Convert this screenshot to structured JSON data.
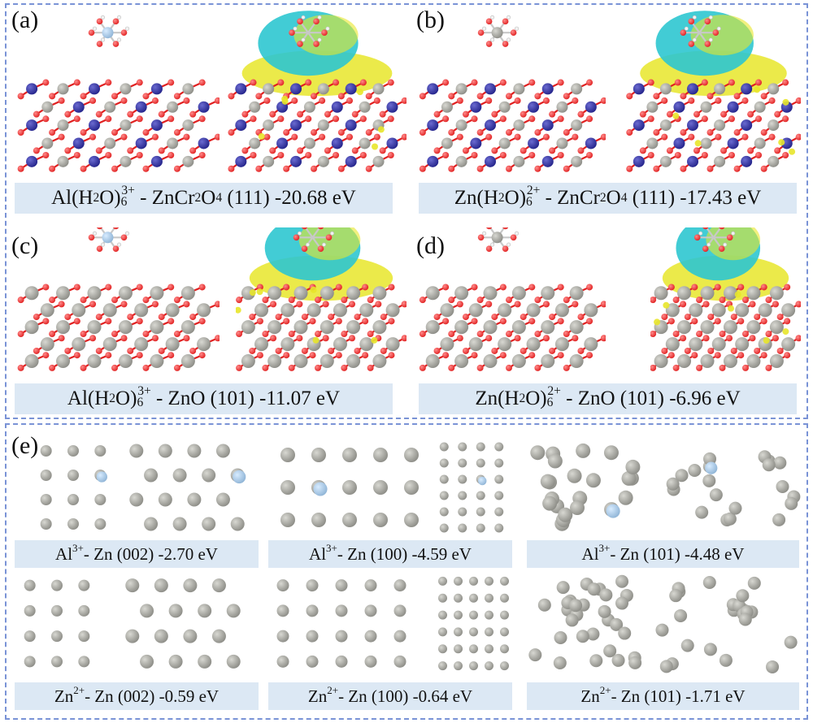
{
  "panels": {
    "a": {
      "letter": "(a)",
      "ion": "Al(H",
      "water_sub": "2",
      "ion_mid": "O)",
      "n": "6",
      "charge": "3+",
      "sep": " - ",
      "surface": "ZnCr",
      "s1": "2",
      "o": "O",
      "s2": "4",
      "facet": " (111) -20.68 eV"
    },
    "b": {
      "letter": "(b)",
      "ion": "Zn(H",
      "water_sub": "2",
      "ion_mid": "O)",
      "n": "6",
      "charge": "2+",
      "sep": " - ",
      "surface": "ZnCr",
      "s1": "2",
      "o": "O",
      "s2": "4",
      "facet": " (111) -17.43 eV"
    },
    "c": {
      "letter": "(c)",
      "ion": "Al(H",
      "water_sub": "2",
      "ion_mid": "O)",
      "n": "6",
      "charge": "3+",
      "sep": " - ",
      "rest": "ZnO (101) -11.07 eV"
    },
    "d": {
      "letter": "(d)",
      "ion": "Zn(H",
      "water_sub": "2",
      "ion_mid": "O)",
      "n": "6",
      "charge": "2+",
      "sep": " - ",
      "rest": "ZnO (101) -6.96 eV"
    },
    "e": {
      "letter": "(e)",
      "captions": [
        {
          "ion": "Al",
          "charge": "3+",
          "rest": "- Zn (002) -2.70 eV"
        },
        {
          "ion": "Al",
          "charge": "3+",
          "rest": "- Zn (100) -4.59 eV"
        },
        {
          "ion": "Al",
          "charge": "3+",
          "rest": "- Zn (101) -4.48 eV"
        },
        {
          "ion": "Zn",
          "charge": "2+",
          "rest": "- Zn (002) -0.59 eV"
        },
        {
          "ion": "Zn",
          "charge": "2+",
          "rest": "- Zn (100) -0.64 eV"
        },
        {
          "ion": "Zn",
          "charge": "2+",
          "rest": "- Zn (101) -1.71 eV"
        }
      ]
    }
  },
  "colors": {
    "frame": "#7a93d6",
    "caption_bg": "#dce8f4",
    "zn_atom": "#8c8c86",
    "o_atom": "#e02020",
    "cr_atom": "#23238a",
    "al_atom": "#8fb4d6",
    "h_atom": "#f2f2f2",
    "charge_yellow": "#e8e62a",
    "charge_cyan": "#2ec6d0"
  }
}
